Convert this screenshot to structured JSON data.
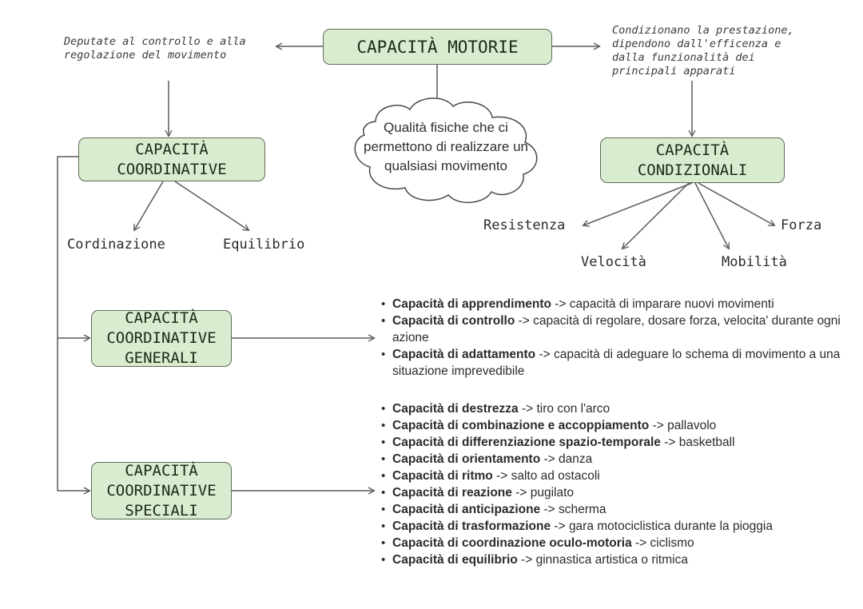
{
  "diagram": {
    "title_node": "CAPACITÀ MOTORIE",
    "annotations": {
      "left": "Deputate al controllo e alla\nregolazione del movimento",
      "right": "Condizionano la prestazione,\ndipendono dall'efficenza e\ndalla funzionalità dei\nprincipali apparati"
    },
    "cloud": "Qualità fisiche che ci\npermettono di realizzare un\nqualsiasi movimento",
    "nodes": {
      "coordinative": "CAPACITÀ\nCOORDINATIVE",
      "condizionali": "CAPACITÀ\nCONDIZIONALI",
      "generali": "CAPACITÀ\nCOORDINATIVE\nGENERALI",
      "speciali": "CAPACITÀ\nCOORDINATIVE\nSPECIALI"
    },
    "coordinative_leaves": [
      "Cordinazione",
      "Equilibrio"
    ],
    "condizionali_leaves": [
      "Resistenza",
      "Velocità",
      "Mobilità",
      "Forza"
    ],
    "generali_list": [
      {
        "term": "Capacità di apprendimento",
        "arrow": " -> ",
        "desc": "capacità di imparare nuovi movimenti"
      },
      {
        "term": "Capacità di controllo",
        "arrow": " -> ",
        "desc": "capacità di regolare, dosare forza, velocita' durante ogni azione"
      },
      {
        "term": "Capacità di adattamento",
        "arrow": " -> ",
        "desc": "capacità di adeguare lo schema di movimento a una situazione imprevedibile"
      }
    ],
    "speciali_list": [
      {
        "term": "Capacità di destrezza",
        "arrow": " -> ",
        "desc": "tiro con l'arco"
      },
      {
        "term": "Capacità di combinazione e accoppiamento",
        "arrow": " -> ",
        "desc": "pallavolo"
      },
      {
        "term": "Capacità di differenziazione spazio-temporale",
        "arrow": " -> ",
        "desc": "basketball"
      },
      {
        "term": "Capacità di orientamento",
        "arrow": " -> ",
        "desc": "danza"
      },
      {
        "term": "Capacità di ritmo",
        "arrow": " -> ",
        "desc": "salto ad ostacoli"
      },
      {
        "term": "Capacità di reazione",
        "arrow": " -> ",
        "desc": "pugilato"
      },
      {
        "term": "Capacità di anticipazione",
        "arrow": " -> ",
        "desc": "scherma"
      },
      {
        "term": "Capacità di  trasformazione",
        "arrow": " -> ",
        "desc": "gara motociclistica durante la pioggia"
      },
      {
        "term": "Capacità di coordinazione oculo-motoria",
        "arrow": " -> ",
        "desc": "ciclismo"
      },
      {
        "term": "Capacità di equilibrio",
        "arrow": " -> ",
        "desc": "ginnastica artistica o ritmica"
      }
    ],
    "colors": {
      "node_fill": "#d9ecd0",
      "node_border": "#5f6b57",
      "edge": "#5a5a5a",
      "cloud_border": "#4a4a4a",
      "text": "#2b2b2b"
    }
  }
}
